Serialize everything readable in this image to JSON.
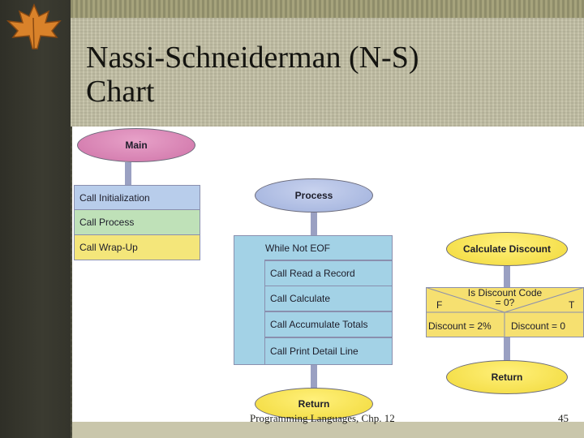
{
  "slide": {
    "title_line1": "Nassi-Schneiderman (N-S)",
    "title_line2": "Chart",
    "footer_caption": "Programming Languages, Chp. 12",
    "slide_number": "45"
  },
  "main_module": {
    "header": "Main",
    "steps": [
      "Call Initialization",
      "Call Process",
      "Call Wrap-Up"
    ]
  },
  "process_module": {
    "header": "Process",
    "loop_condition": "While Not EOF",
    "loop_body": [
      "Call Read a Record",
      "Call Calculate",
      "Call Accumulate Totals",
      "Call Print Detail Line"
    ],
    "footer": "Return"
  },
  "discount_module": {
    "header": "Calculate Discount",
    "condition_line1": "Is Discount Code",
    "condition_line2": "= 0?",
    "false_label": "F",
    "true_label": "T",
    "false_branch": "Discount = 2%",
    "true_branch": "Discount = 0",
    "footer": "Return"
  },
  "colors": {
    "main_header": "#d88bb9",
    "process_header": "#b3c1e6",
    "discount_header": "#f6e255",
    "step_blue": "#b8cdeb",
    "step_green": "#bfe1b8",
    "step_yellow": "#f4e67a",
    "loop_cyan": "#a3d2e6",
    "decision_gold": "#f6e070"
  }
}
